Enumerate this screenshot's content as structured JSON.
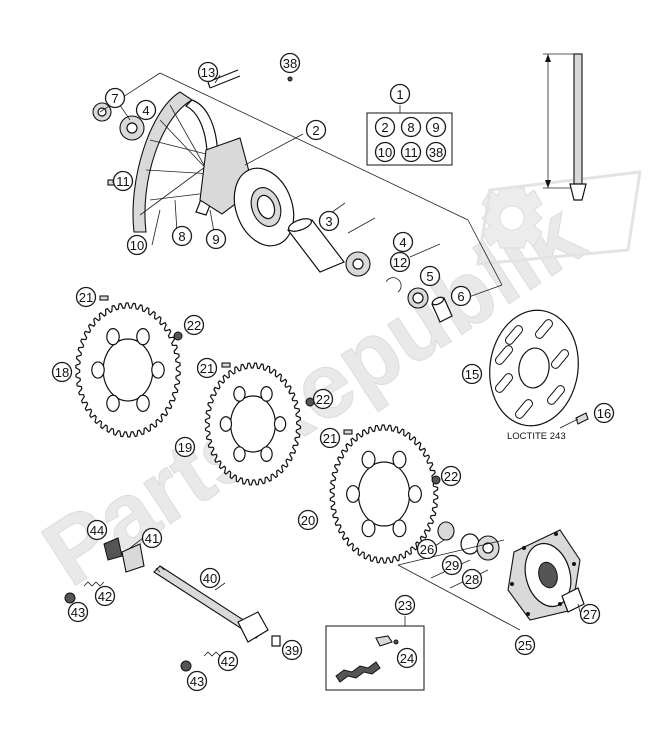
{
  "watermark": "PartsRepublik",
  "loctite_note": "LOCTITE 243",
  "kit_box": {
    "header": "1",
    "items": [
      "2",
      "8",
      "9",
      "10",
      "11",
      "38"
    ]
  },
  "callouts": {
    "c1": "1",
    "c2": "2",
    "c3": "3",
    "c4a": "4",
    "c4b": "4",
    "c5": "5",
    "c6": "6",
    "c7": "7",
    "c8": "8",
    "c9": "9",
    "c10": "10",
    "c11": "11",
    "c12": "12",
    "c13": "13",
    "c15": "15",
    "c16": "16",
    "c18": "18",
    "c19": "19",
    "c20": "20",
    "c21a": "21",
    "c21b": "21",
    "c21c": "21",
    "c22a": "22",
    "c22b": "22",
    "c22c": "22",
    "c23": "23",
    "c24": "24",
    "c25": "25",
    "c26": "26",
    "c27": "27",
    "c28": "28",
    "c29": "29",
    "c38": "38",
    "c39": "39",
    "c40": "40",
    "c41": "41",
    "c42a": "42",
    "c42b": "42",
    "c43a": "43",
    "c43b": "43",
    "c44": "44"
  }
}
